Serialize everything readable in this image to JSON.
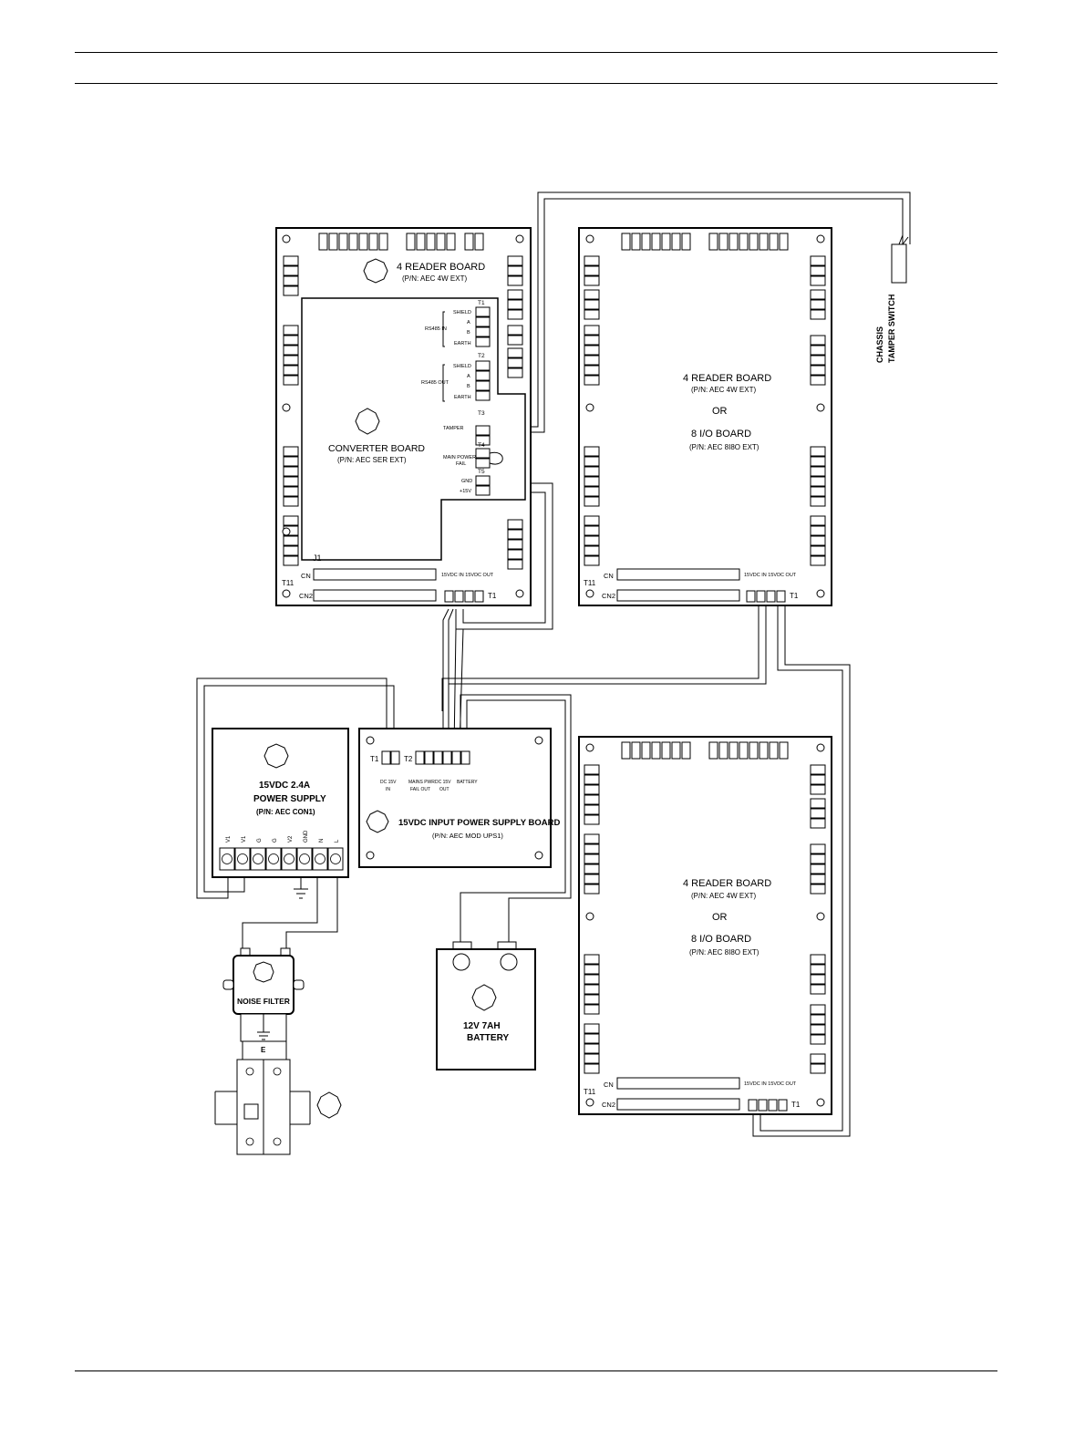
{
  "boards": {
    "reader_board_top": {
      "title": "4 READER BOARD",
      "pn": "(P/N: AEC 4W EXT)"
    },
    "converter": {
      "title": "CONVERTER BOARD",
      "pn": "(P/N: AEC SER EXT)",
      "t1": "T1",
      "t2": "T2",
      "t3": "T3",
      "t4": "T4",
      "t5": "T5",
      "shield": "SHIELD",
      "a": "A",
      "b": "B",
      "earth": "EARTH",
      "rs485_in": "RS485 IN",
      "rs485_out": "RS485 OUT",
      "tamper": "TAMPER",
      "main_power": "MAIN POWER",
      "fail": "FAIL",
      "gnd": "GND",
      "plus15v": "+15V"
    },
    "common": {
      "j1": "J1",
      "cn": "CN",
      "cn2": "CN2",
      "t11": "T11",
      "t1": "T1",
      "pins": "15VDC IN 15VDC OUT",
      "or": "OR",
      "one": "1"
    },
    "reader_board_2": {
      "title": "4 READER BOARD",
      "pn": "(P/N: AEC 4W EXT)",
      "alt_title": "8 I/O BOARD",
      "alt_pn": "(P/N: AEC 8I8O EXT)"
    },
    "reader_board_3": {
      "title": "4 READER BOARD",
      "pn": "(P/N: AEC 4W EXT)",
      "alt_title": "8 I/O BOARD",
      "alt_pn": "(P/N: AEC 8I8O EXT)"
    },
    "power_supply": {
      "title1": "15VDC 2.4A",
      "title2": "POWER SUPPLY",
      "pn": "(P/N: AEC CON1)",
      "terminals": [
        "V1",
        "V1",
        "G",
        "G",
        "V2",
        "GND",
        "N",
        "L"
      ]
    },
    "ups": {
      "title": "15VDC INPUT POWER SUPPLY BOARD",
      "pn": "(P/N: AEC MOD UPS1)",
      "t1": "T1",
      "t2": "T2",
      "dc15v": "DC 15V",
      "in": "IN",
      "mains_pwr": "MAINS PWR",
      "fail_out": "FAIL OUT",
      "dc15v_out": "DC 15V",
      "out": "OUT",
      "battery": "BATTERY"
    },
    "noise_filter": {
      "title": "NOISE FILTER",
      "e": "E"
    },
    "battery": {
      "title1": "12V 7AH",
      "title2": "BATTERY"
    },
    "tamper_switch": {
      "line1": "CHASSIS",
      "line2": "TAMPER SWITCH"
    }
  }
}
